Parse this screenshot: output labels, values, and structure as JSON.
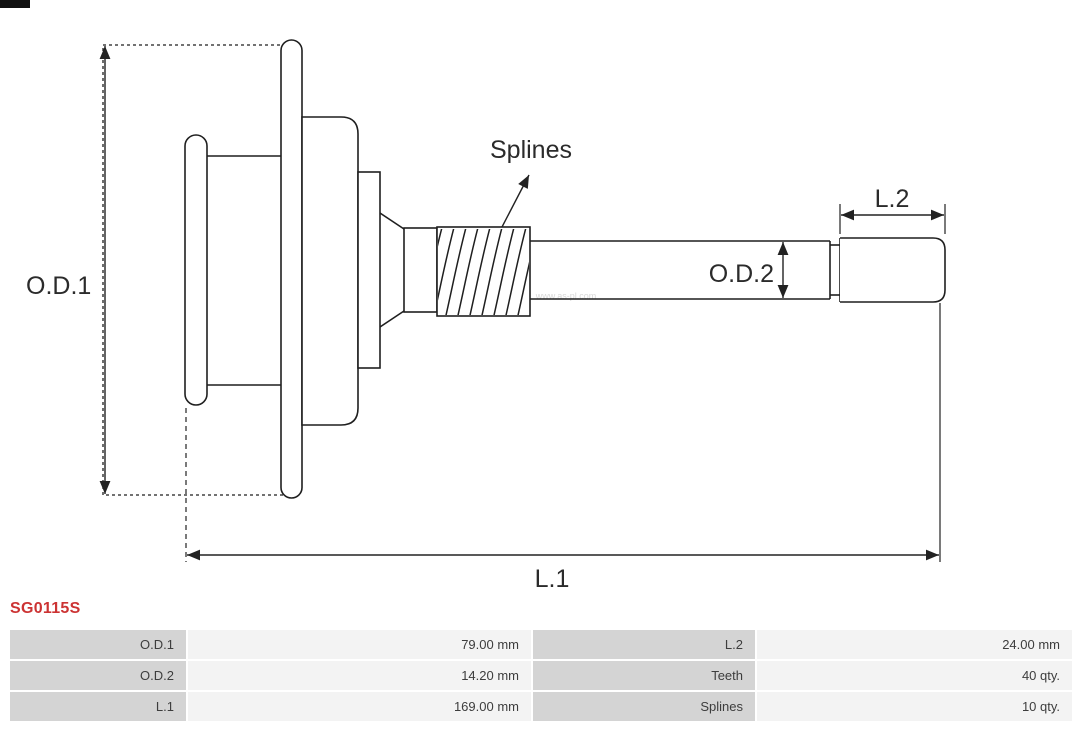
{
  "watermark": {
    "site": "www.as-pl.com"
  },
  "part_number": "SG0115S",
  "drawing": {
    "od1_label": "O.D.1",
    "od2_label": "O.D.2",
    "l1_label": "L.1",
    "l2_label": "L.2",
    "splines_label": "Splines"
  },
  "spec_table": {
    "rows": [
      {
        "c0": "O.D.1",
        "c1": "79.00 mm",
        "c2": "L.2",
        "c3": "24.00 mm"
      },
      {
        "c0": "O.D.2",
        "c1": "14.20 mm",
        "c2": "Teeth",
        "c3": "40 qty."
      },
      {
        "c0": "L.1",
        "c1": "169.00 mm",
        "c2": "Splines",
        "c3": "10 qty."
      }
    ]
  },
  "colors": {
    "accent_red": "#cc3333",
    "line": "#1f1f1f",
    "table_label_bg": "#d4d4d4",
    "table_value_bg": "#f3f3f3",
    "text": "#3d3d3d"
  }
}
